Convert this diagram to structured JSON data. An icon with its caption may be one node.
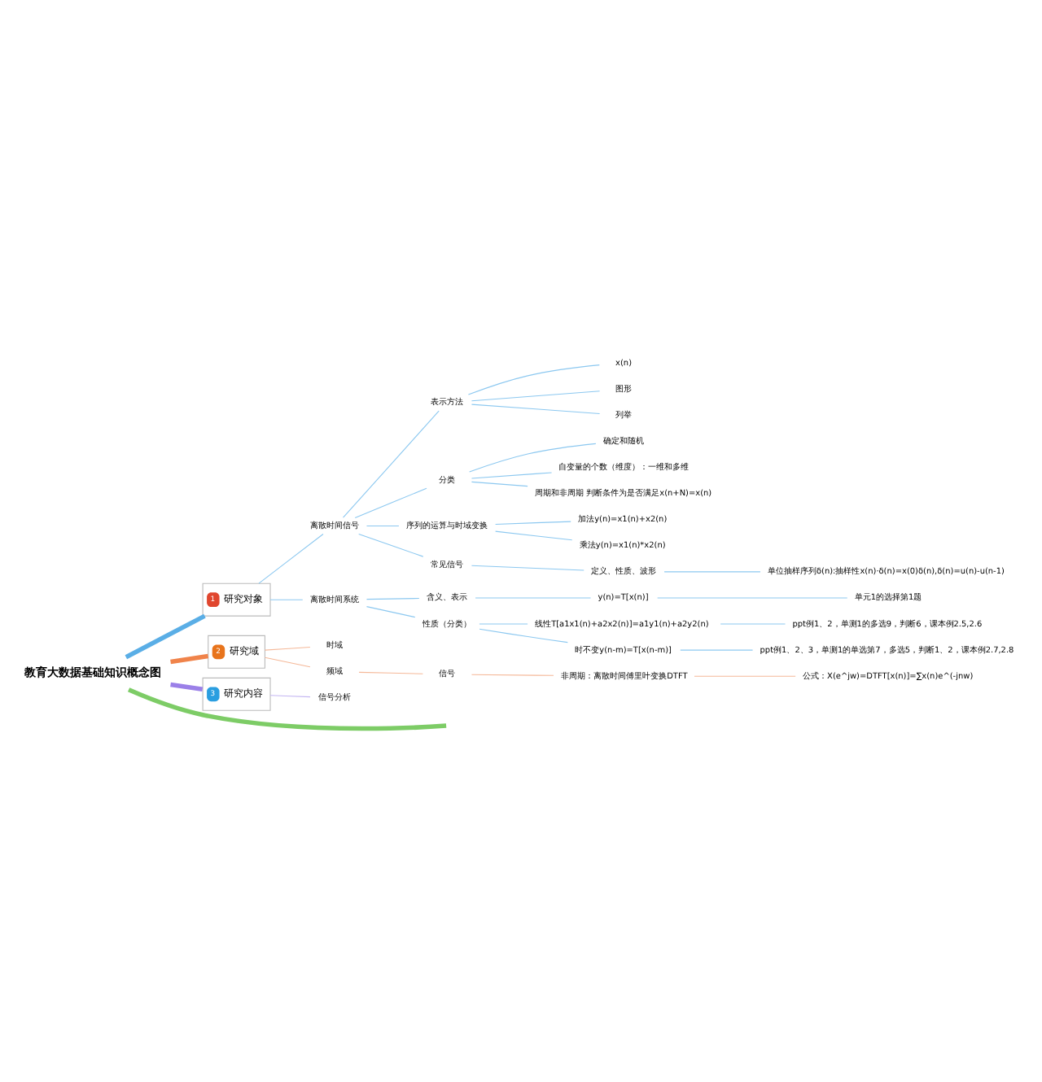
{
  "diagram": {
    "nodes": [
      {
        "text": [
          "教育大数据基础知识概念图"
        ]
      },
      {
        "text": [
          "1",
          "研究对象"
        ]
      },
      {
        "text": [
          "离散时间信号"
        ]
      },
      {
        "text": [
          "表示方法"
        ]
      },
      {
        "text": [
          "x(n)"
        ]
      },
      {
        "text": [
          "图形"
        ]
      },
      {
        "text": [
          "列举"
        ]
      },
      {
        "text": [
          "分类"
        ]
      },
      {
        "text": [
          "确定和随机"
        ]
      },
      {
        "text": [
          "自变量的个数（维度）：一维和多维"
        ]
      },
      {
        "text": [
          "周期和非周期 判断条件为是否满足x(n+N)=x(n)"
        ]
      },
      {
        "text": [
          "序列的运算与时域变换"
        ]
      },
      {
        "text": [
          "加法y(n)=x1(n)+x2(n)"
        ]
      },
      {
        "text": [
          "乘法y(n)=x1(n)*x2(n)"
        ]
      },
      {
        "text": [
          "常见信号"
        ]
      },
      {
        "text": [
          "定义、性质、波形"
        ]
      },
      {
        "text": [
          "单位抽样序列δ(n):抽样性x(n)·δ(n)=x(0)δ(n),δ(n)=u(n)-u(n-1)"
        ]
      },
      {
        "text": [
          "离散时间系统"
        ]
      },
      {
        "text": [
          "含义、表示"
        ]
      },
      {
        "text": [
          "y(n)=T[x(n)]"
        ]
      },
      {
        "text": [
          "单元1的选择第1题"
        ]
      },
      {
        "text": [
          "性质（分类）"
        ]
      },
      {
        "text": [
          "线性T[a1x1(n)+a2x2(n)]=a1y1(n)+a2y2(n)"
        ]
      },
      {
        "text": [
          "ppt例1、2，单测1的多选9，判断6，课本例2.5,2.6"
        ]
      },
      {
        "text": [
          "时不变y(n-m)=T[x(n-m)]"
        ]
      },
      {
        "text": [
          "ppt例1、2、3，单测1的单选第7，多选5，判断1、2，课本例2.7,2.8"
        ]
      },
      {
        "text": [
          "2",
          "研究域"
        ]
      },
      {
        "text": [
          "时域"
        ]
      },
      {
        "text": [
          "频域"
        ]
      },
      {
        "text": [
          "信号"
        ]
      },
      {
        "text": [
          "非周期：离散时间傅里叶变换DTFT"
        ]
      },
      {
        "text": [
          "公式：X(e^jw)=DTFT[x(n)]=∑x(n)e^(-jnw)"
        ]
      },
      {
        "text": [
          "3",
          "研究内容"
        ]
      },
      {
        "text": [
          "信号分析"
        ]
      }
    ],
    "edges": [
      {
        "from": 0,
        "to": 1,
        "arrow": "none",
        "style": "thick",
        "color": "#5aaee6"
      },
      {
        "from": 1,
        "to": 2,
        "arrow": "none",
        "color": "#8cc8f0"
      },
      {
        "from": 2,
        "to": 3,
        "arrow": "none",
        "color": "#8cc8f0"
      },
      {
        "from": 3,
        "to": 4,
        "arrow": "none",
        "color": "#8cc8f0"
      },
      {
        "from": 3,
        "to": 5,
        "arrow": "none",
        "color": "#8cc8f0"
      },
      {
        "from": 3,
        "to": 6,
        "arrow": "none",
        "color": "#8cc8f0"
      },
      {
        "from": 2,
        "to": 7,
        "arrow": "none",
        "color": "#8cc8f0"
      },
      {
        "from": 7,
        "to": 8,
        "arrow": "none",
        "color": "#8cc8f0"
      },
      {
        "from": 7,
        "to": 9,
        "arrow": "none",
        "color": "#8cc8f0"
      },
      {
        "from": 7,
        "to": 10,
        "arrow": "none",
        "color": "#8cc8f0"
      },
      {
        "from": 2,
        "to": 11,
        "arrow": "none",
        "color": "#8cc8f0"
      },
      {
        "from": 11,
        "to": 12,
        "arrow": "none",
        "color": "#8cc8f0"
      },
      {
        "from": 11,
        "to": 13,
        "arrow": "none",
        "color": "#8cc8f0"
      },
      {
        "from": 2,
        "to": 14,
        "arrow": "none",
        "color": "#8cc8f0"
      },
      {
        "from": 14,
        "to": 15,
        "arrow": "none",
        "color": "#8cc8f0"
      },
      {
        "from": 15,
        "to": 16,
        "arrow": "none",
        "color": "#8cc8f0"
      },
      {
        "from": 1,
        "to": 17,
        "arrow": "none",
        "color": "#8cc8f0"
      },
      {
        "from": 17,
        "to": 18,
        "arrow": "none",
        "color": "#8cc8f0"
      },
      {
        "from": 18,
        "to": 19,
        "arrow": "none",
        "color": "#8cc8f0"
      },
      {
        "from": 19,
        "to": 20,
        "arrow": "none",
        "color": "#8cc8f0"
      },
      {
        "from": 17,
        "to": 21,
        "arrow": "none",
        "color": "#8cc8f0"
      },
      {
        "from": 21,
        "to": 22,
        "arrow": "none",
        "color": "#8cc8f0"
      },
      {
        "from": 22,
        "to": 23,
        "arrow": "none",
        "color": "#8cc8f0"
      },
      {
        "from": 21,
        "to": 24,
        "arrow": "none",
        "color": "#8cc8f0"
      },
      {
        "from": 24,
        "to": 25,
        "arrow": "none",
        "color": "#8cc8f0"
      },
      {
        "from": 0,
        "to": 26,
        "arrow": "none",
        "style": "thick",
        "color": "#f0834a"
      },
      {
        "from": 26,
        "to": 27,
        "arrow": "none",
        "color": "#f5b898"
      },
      {
        "from": 26,
        "to": 28,
        "arrow": "none",
        "color": "#f5b898"
      },
      {
        "from": 28,
        "to": 29,
        "arrow": "none",
        "color": "#f5b898"
      },
      {
        "from": 29,
        "to": 30,
        "arrow": "none",
        "color": "#f5b898"
      },
      {
        "from": 30,
        "to": 31,
        "arrow": "none",
        "color": "#f5b898"
      },
      {
        "from": 0,
        "to": 32,
        "arrow": "none",
        "style": "thick",
        "color": "#9b80e8"
      },
      {
        "from": 32,
        "to": 33,
        "arrow": "none",
        "color": "#c4b6f2"
      },
      {
        "from": 0,
        "to": null,
        "arrow": "none",
        "style": "thick",
        "color": "#7dcc66"
      }
    ]
  }
}
